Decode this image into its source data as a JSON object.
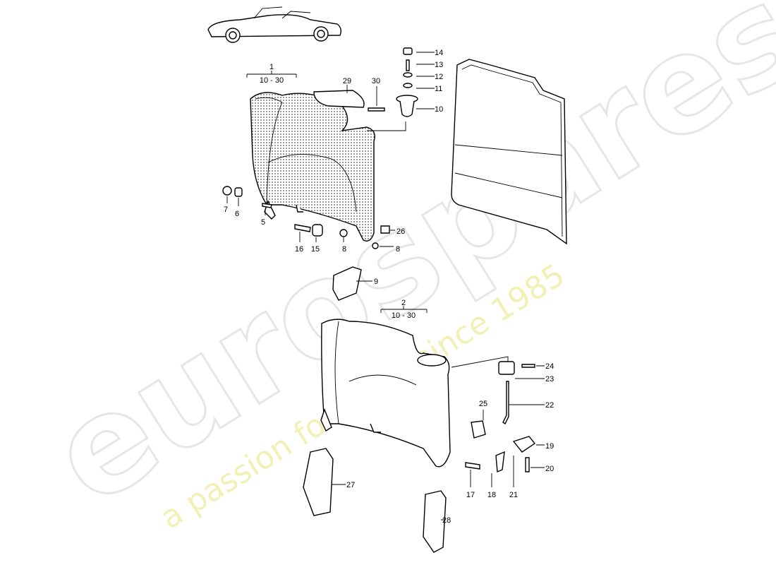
{
  "watermark": {
    "brand": "eurospares",
    "tagline": "a passion for parts since 1985"
  },
  "callouts": {
    "assembly1": {
      "number": "1",
      "range": "10 - 30"
    },
    "assembly2": {
      "number": "2",
      "range": "10 - 30"
    },
    "parts": [
      {
        "id": "29",
        "label": "29"
      },
      {
        "id": "30",
        "label": "30"
      },
      {
        "id": "14",
        "label": "14"
      },
      {
        "id": "13",
        "label": "13"
      },
      {
        "id": "12",
        "label": "12"
      },
      {
        "id": "11",
        "label": "11"
      },
      {
        "id": "10",
        "label": "10"
      },
      {
        "id": "7",
        "label": "7"
      },
      {
        "id": "6",
        "label": "6"
      },
      {
        "id": "5",
        "label": "5"
      },
      {
        "id": "16",
        "label": "16"
      },
      {
        "id": "15",
        "label": "15"
      },
      {
        "id": "8a",
        "label": "8"
      },
      {
        "id": "26",
        "label": "26"
      },
      {
        "id": "8b",
        "label": "8"
      },
      {
        "id": "9",
        "label": "9"
      },
      {
        "id": "24",
        "label": "24"
      },
      {
        "id": "23",
        "label": "23"
      },
      {
        "id": "22",
        "label": "22"
      },
      {
        "id": "25",
        "label": "25"
      },
      {
        "id": "19",
        "label": "19"
      },
      {
        "id": "20",
        "label": "20"
      },
      {
        "id": "17",
        "label": "17"
      },
      {
        "id": "18",
        "label": "18"
      },
      {
        "id": "21",
        "label": "21"
      },
      {
        "id": "27",
        "label": "27"
      },
      {
        "id": "28",
        "label": "28"
      }
    ]
  }
}
